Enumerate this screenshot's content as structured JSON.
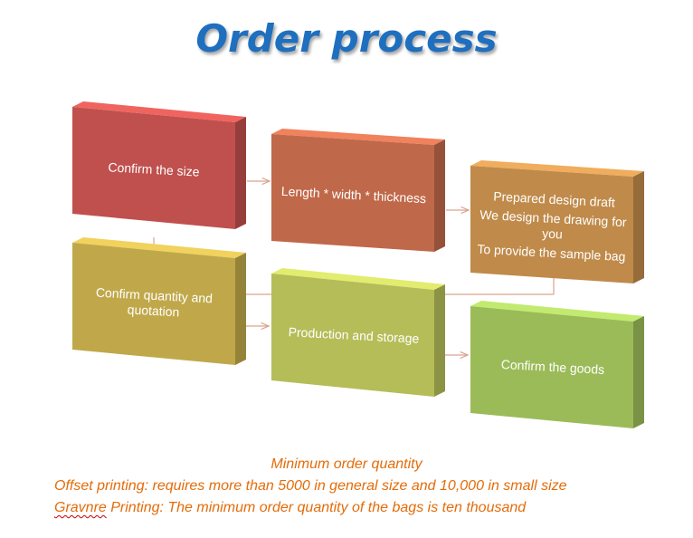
{
  "title": "Order process",
  "steps": [
    {
      "lines": [
        "Confirm the size"
      ],
      "color": "#c0504d"
    },
    {
      "lines": [
        "Length * width * thickness"
      ],
      "color": "#c0684a"
    },
    {
      "lines": [
        "Prepared design draft",
        "We design the drawing for you",
        "To provide the sample bag"
      ],
      "color": "#c08a4a"
    },
    {
      "lines": [
        "Confirm quantity and quotation"
      ],
      "color": "#c0a84a"
    },
    {
      "lines": [
        "Production and storage"
      ],
      "color": "#b5bd58"
    },
    {
      "lines": [
        "Confirm the goods"
      ],
      "color": "#9bbb59"
    }
  ],
  "notes": {
    "heading": "Minimum order quantity",
    "offset": "Offset printing: requires more than 5000 in general size and 10,000 in small size",
    "gravure_word": "Gravnre",
    "gravure_rest": " Printing: The minimum order quantity of the bags is ten thousand"
  },
  "colors": {
    "title": "#1f6fbf",
    "note": "#e36c0a",
    "arrow": "#d9a38f"
  }
}
